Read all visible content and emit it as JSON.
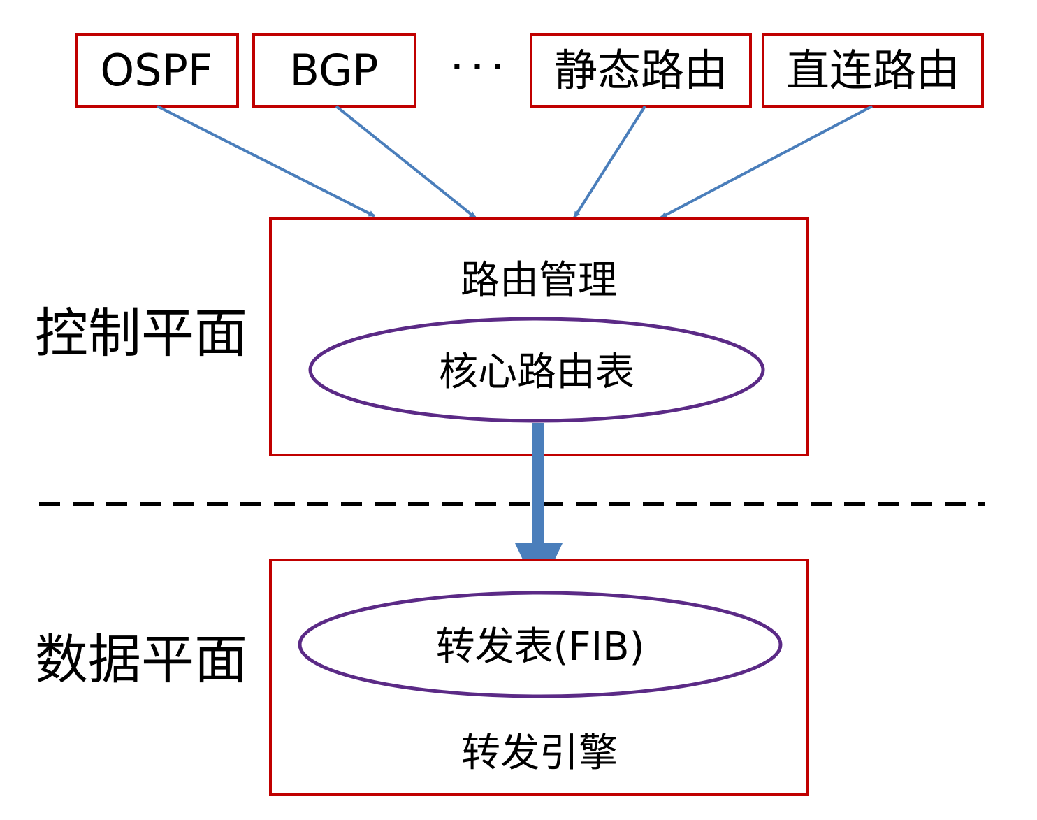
{
  "protocols": {
    "ospf": "OSPF",
    "bgp": "BGP",
    "ellipsis": "· · ·",
    "static_route": "静态路由",
    "direct_route": "直连路由"
  },
  "control_plane": {
    "label": "控制平面",
    "title": "路由管理",
    "core_table": "核心路由表"
  },
  "data_plane": {
    "label": "数据平面",
    "fib": "转发表(FIB)",
    "engine": "转发引擎"
  },
  "colors": {
    "box_border": "#c00000",
    "ellipse_border": "#5b2a86",
    "arrow": "#4a7ebb",
    "divider": "#000000"
  }
}
